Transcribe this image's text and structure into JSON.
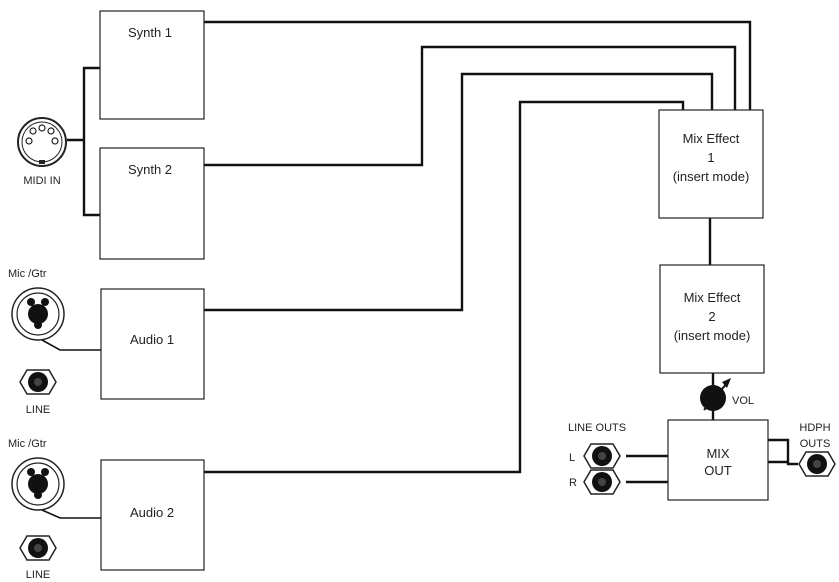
{
  "blocks": {
    "synth1": "Synth 1",
    "synth2": "Synth 2",
    "audio1": "Audio 1",
    "audio2": "Audio 2",
    "mix_effect_1": [
      "Mix Effect",
      "1",
      "(insert mode)"
    ],
    "mix_effect_2": [
      "Mix Effect",
      "2",
      "(insert mode)"
    ],
    "mix_out": [
      "MIX",
      "OUT"
    ]
  },
  "connectors": {
    "midi_in": "MIDI IN",
    "mic_gtr_1": "Mic /Gtr",
    "line_1": "LINE",
    "mic_gtr_2": "Mic /Gtr",
    "line_2": "LINE",
    "vol": "VOL",
    "line_outs": "LINE OUTS",
    "left": "L",
    "right": "R",
    "hdph_outs": [
      "HDPH",
      "OUTS"
    ]
  }
}
